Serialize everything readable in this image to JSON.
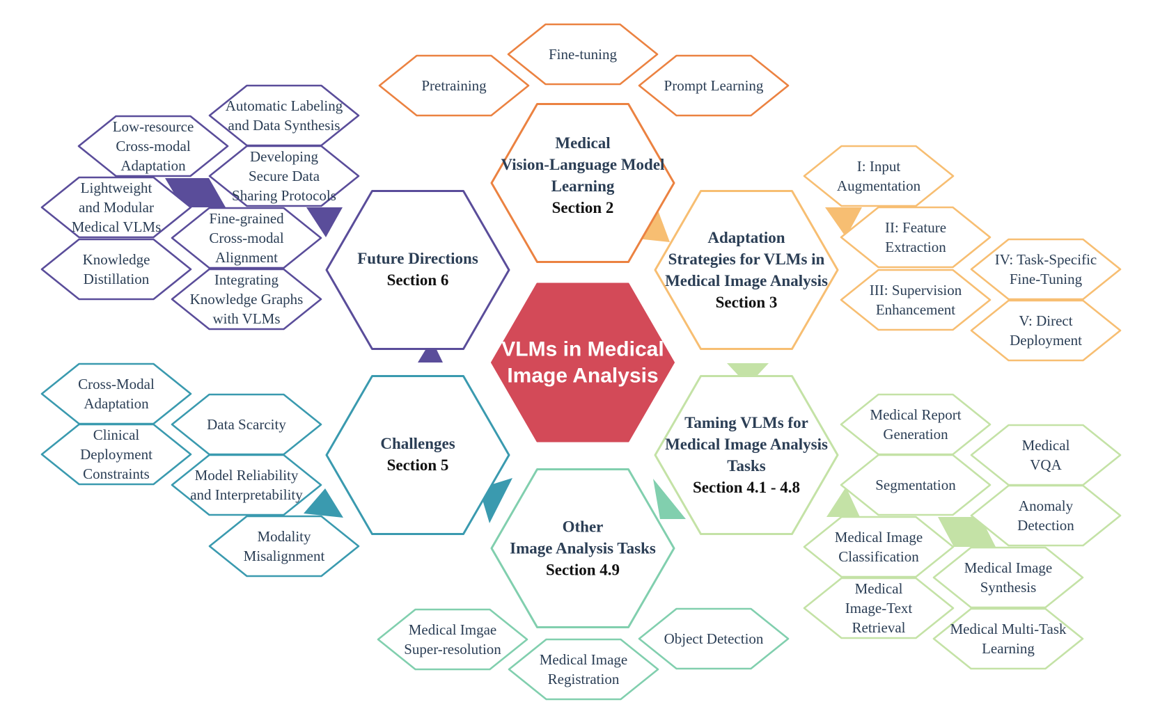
{
  "center": {
    "lines": [
      "VLMs in Medical",
      "Image Analysis"
    ],
    "color": "#D34A58"
  },
  "colors": {
    "orange": "#EB8241",
    "light_orange": "#F7BE72",
    "green": "#C4E2A6",
    "teal_green": "#81CFAE",
    "teal": "#3A9AAF",
    "purple": "#5A4D9A",
    "text": "#2B3E55"
  },
  "sections": {
    "learning": {
      "title": [
        "Medical",
        "Vision-Language Model",
        "Learning"
      ],
      "sub": "Section 2"
    },
    "adaptation": {
      "title": [
        "Adaptation",
        "Strategies for VLMs in",
        "Medical Image Analysis"
      ],
      "sub": "Section 3"
    },
    "taming": {
      "title": [
        "Taming VLMs for",
        "Medical Image Analysis",
        "Tasks"
      ],
      "sub": "Section 4.1 - 4.8"
    },
    "other": {
      "title": [
        "Other",
        "Image Analysis Tasks"
      ],
      "sub": "Section 4.9"
    },
    "challenges": {
      "title": [
        "Challenges"
      ],
      "sub": "Section 5"
    },
    "future": {
      "title": [
        "Future Directions"
      ],
      "sub": "Section 6"
    }
  },
  "items": {
    "learning": [
      [
        "Pretraining"
      ],
      [
        "Fine-tuning"
      ],
      [
        "Prompt Learning"
      ]
    ],
    "adaptation": [
      [
        "I: Input",
        "Augmentation"
      ],
      [
        "II: Feature",
        "Extraction"
      ],
      [
        "III: Supervision",
        "Enhancement"
      ],
      [
        "IV: Task-Specific",
        "Fine-Tuning"
      ],
      [
        "V: Direct",
        "Deployment"
      ]
    ],
    "taming": [
      [
        "Medical Report",
        "Generation"
      ],
      [
        "Medical",
        "VQA"
      ],
      [
        "Segmentation"
      ],
      [
        "Anomaly",
        "Detection"
      ],
      [
        "Medical Image",
        "Classification"
      ],
      [
        "Medical Image",
        "Synthesis"
      ],
      [
        "Medical",
        "Image-Text",
        "Retrieval"
      ],
      [
        "Medical Multi-Task",
        "Learning"
      ]
    ],
    "other": [
      [
        "Medical Imgae",
        "Super-resolution"
      ],
      [
        "Medical Image",
        "Registration"
      ],
      [
        "Object Detection"
      ]
    ],
    "challenges": [
      [
        "Cross-Modal",
        "Adaptation"
      ],
      [
        "Data Scarcity"
      ],
      [
        "Clinical",
        "Deployment",
        "Constraints"
      ],
      [
        "Model Reliability",
        "and Interpretability"
      ],
      [
        "Modality",
        "Misalignment"
      ]
    ],
    "future": [
      [
        "Automatic Labeling",
        "and Data Synthesis"
      ],
      [
        "Low-resource",
        "Cross-modal",
        "Adaptation"
      ],
      [
        "Developing",
        "Secure Data",
        "Sharing Protocols"
      ],
      [
        "Lightweight",
        "and Modular",
        "Medical VLMs"
      ],
      [
        "Fine-grained",
        "Cross-modal",
        "Alignment"
      ],
      [
        "Knowledge",
        "Distillation"
      ],
      [
        "Integrating",
        "Knowledge Graphs",
        "with VLMs"
      ]
    ]
  }
}
